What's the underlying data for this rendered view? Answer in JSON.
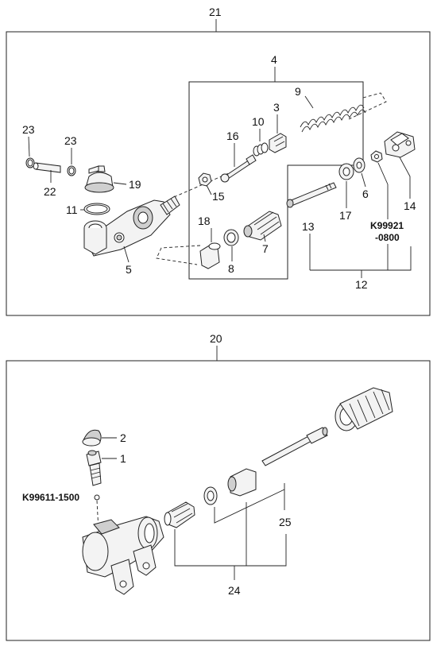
{
  "upper_assembly": {
    "number": "21",
    "callouts": {
      "p4": "4",
      "p9": "9",
      "p10": "10",
      "p3": "3",
      "p16": "16",
      "p15": "15",
      "p23a": "23",
      "p23b": "23",
      "p22": "22",
      "p19": "19",
      "p11": "11",
      "p5": "5",
      "p18": "18",
      "p8": "8",
      "p7": "7",
      "p13": "13",
      "p17": "17",
      "p6": "6",
      "p14": "14",
      "p12": "12"
    },
    "spec_code_line1": "K99921",
    "spec_code_line2": "-0800"
  },
  "lower_assembly": {
    "number": "20",
    "callouts": {
      "p2": "2",
      "p1": "1",
      "p25": "25",
      "p24": "24"
    },
    "spec_code": "K99611-1500"
  }
}
